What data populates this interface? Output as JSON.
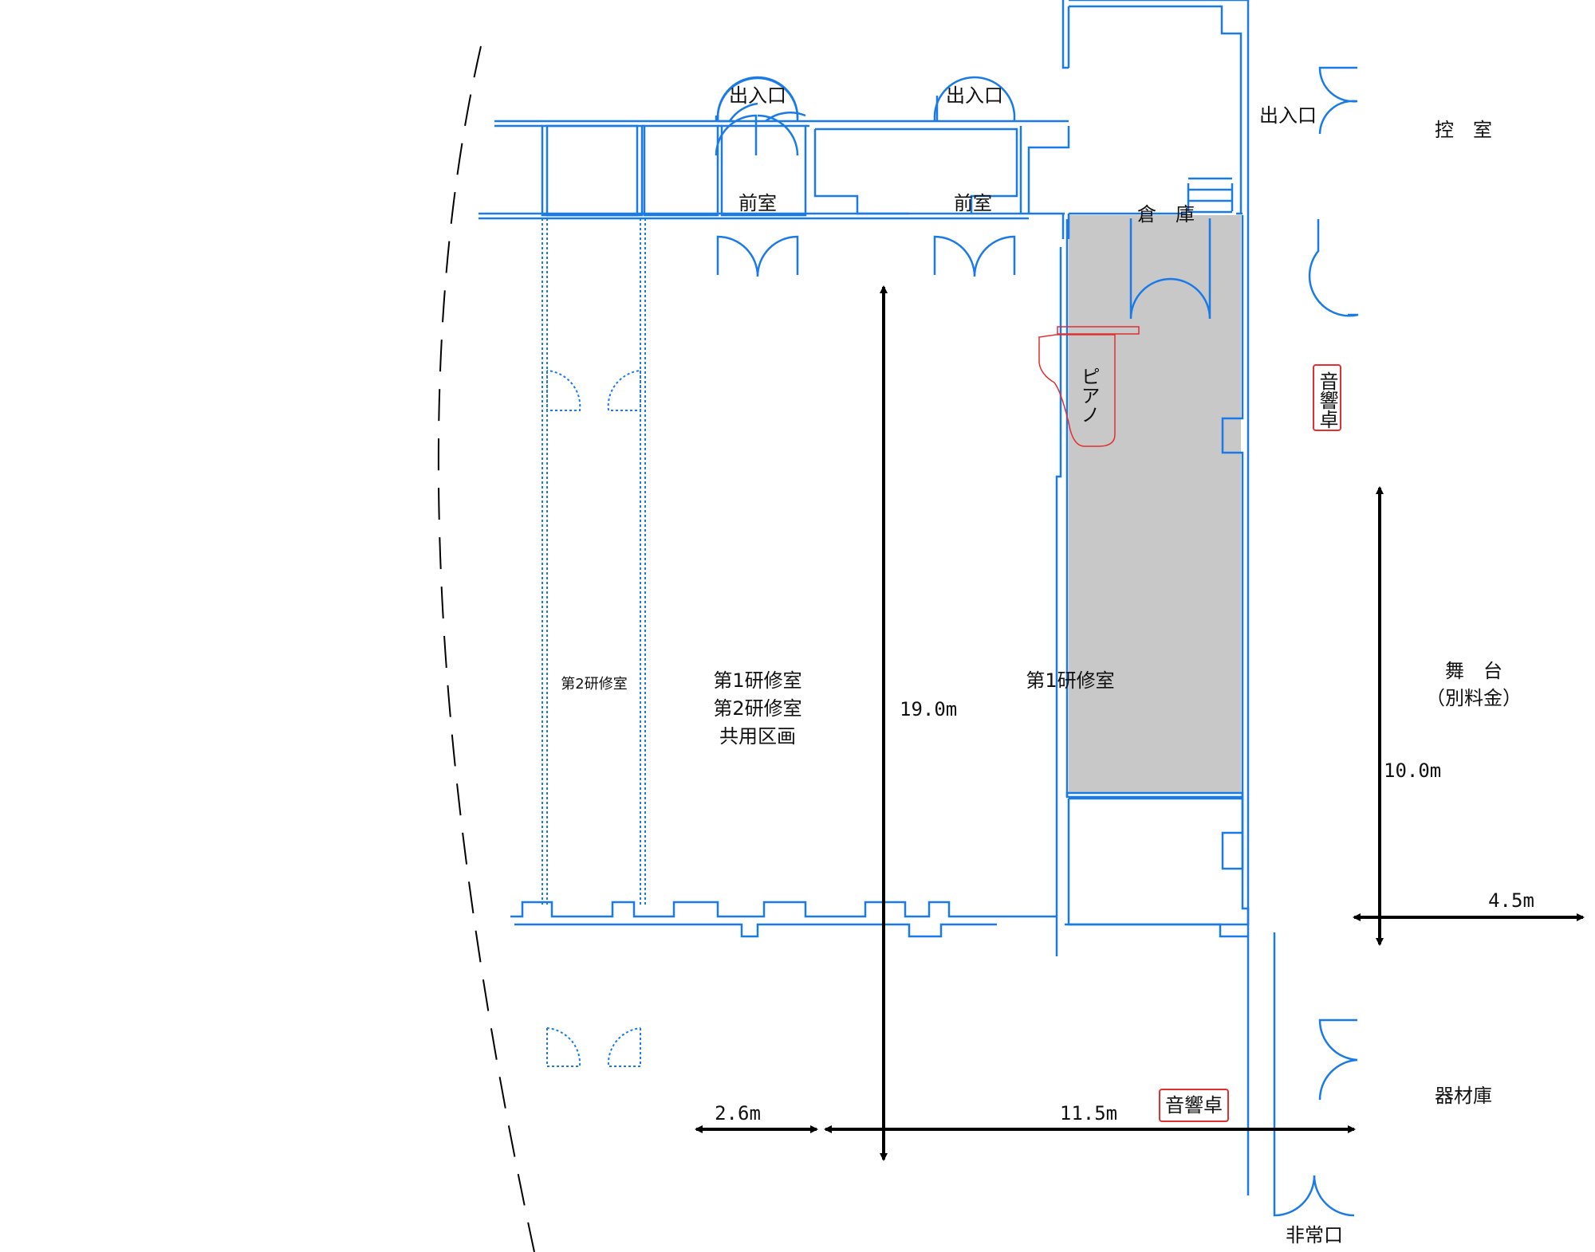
{
  "labels": {
    "entrance": "出入口",
    "anteroom": "前室",
    "storage": "倉　庫",
    "waiting_room": "控　室",
    "piano": "ピアノ",
    "sound_desk": "音響卓",
    "stage": "舞　台",
    "stage_note": "（別料金）",
    "equipment_storage": "器材庫",
    "emergency_exit": "非常口",
    "room1": "第1研修室",
    "room2": "第2研修室",
    "shared_line1": "第1研修室",
    "shared_line2": "第2研修室",
    "shared_line3": "共用区画"
  },
  "dimensions": {
    "length": "19.0m",
    "shared_width": "2.6m",
    "room_width": "11.5m",
    "stage_length": "10.0m",
    "stage_width": "4.5m"
  },
  "colors": {
    "wall": "#1a7ae8",
    "stage": "#c8c8c8",
    "highlight": "#e03030"
  }
}
